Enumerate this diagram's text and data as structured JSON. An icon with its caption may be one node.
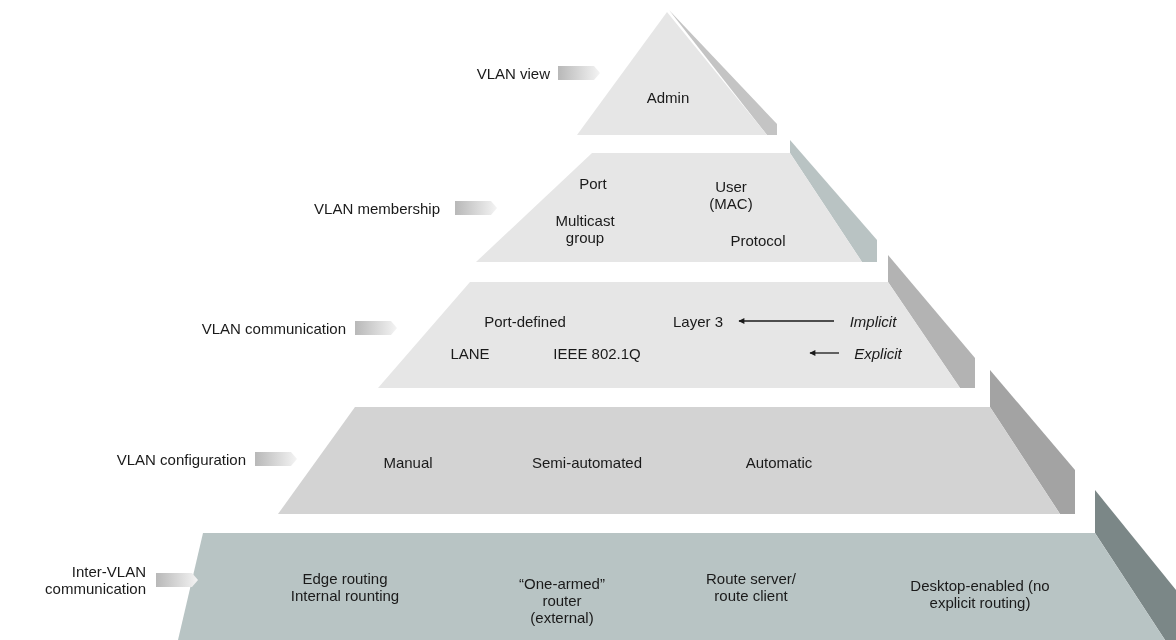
{
  "diagram": {
    "nodes": [
      {
        "text": [],
        "shape": "triangle",
        "beside": [
          "VLAN view"
        ]
      },
      {
        "text": [
          "Admin"
        ],
        "in": 0
      },
      {
        "text": [],
        "shape": "trapezoid",
        "beside": [
          "VLAN membership"
        ]
      },
      {
        "text": [
          "Port"
        ],
        "in": 2
      },
      {
        "text": [
          "User (MAC)"
        ],
        "in": 2
      },
      {
        "text": [
          "Multicast group"
        ],
        "in": 2
      },
      {
        "text": [
          "Protocol"
        ],
        "in": 2
      },
      {
        "text": [],
        "shape": "trapezoid",
        "beside": [
          "VLAN communication"
        ]
      },
      {
        "text": [
          "Port-defined"
        ],
        "in": 7
      },
      {
        "text": [
          "Layer 3"
        ],
        "in": 7
      },
      {
        "text": [
          "LANE"
        ],
        "in": 7
      },
      {
        "text": [
          "IEEE 802.1Q"
        ],
        "in": 7
      },
      {
        "text": [
          "Implicit"
        ],
        "in": 7
      },
      {
        "text": [
          "Explicit"
        ],
        "in": 7
      },
      {
        "text": [],
        "shape": "trapezoid",
        "beside": [
          "VLAN configuration"
        ]
      },
      {
        "text": [
          "Manual"
        ],
        "in": 14
      },
      {
        "text": [
          "Semi-automated"
        ],
        "in": 14
      },
      {
        "text": [
          "Automatic"
        ],
        "in": 14
      },
      {
        "text": [],
        "shape": "trapezoid",
        "beside": [
          "Inter-VLAN communication"
        ]
      },
      {
        "text": [
          "Edge routing Internal rounting"
        ],
        "in": 18
      },
      {
        "text": [
          "“One-armed” router (external)"
        ],
        "in": 18
      },
      {
        "text": [
          "Route server/ route client"
        ],
        "in": 18
      },
      {
        "text": [
          "Desktop-enabled (no explicit routing)"
        ],
        "in": 18
      }
    ],
    "edges": [
      {
        "from": 12,
        "to": 9,
        "arrow": "to"
      },
      {
        "from": 13,
        "to": null,
        "arrow": "to"
      }
    ]
  }
}
